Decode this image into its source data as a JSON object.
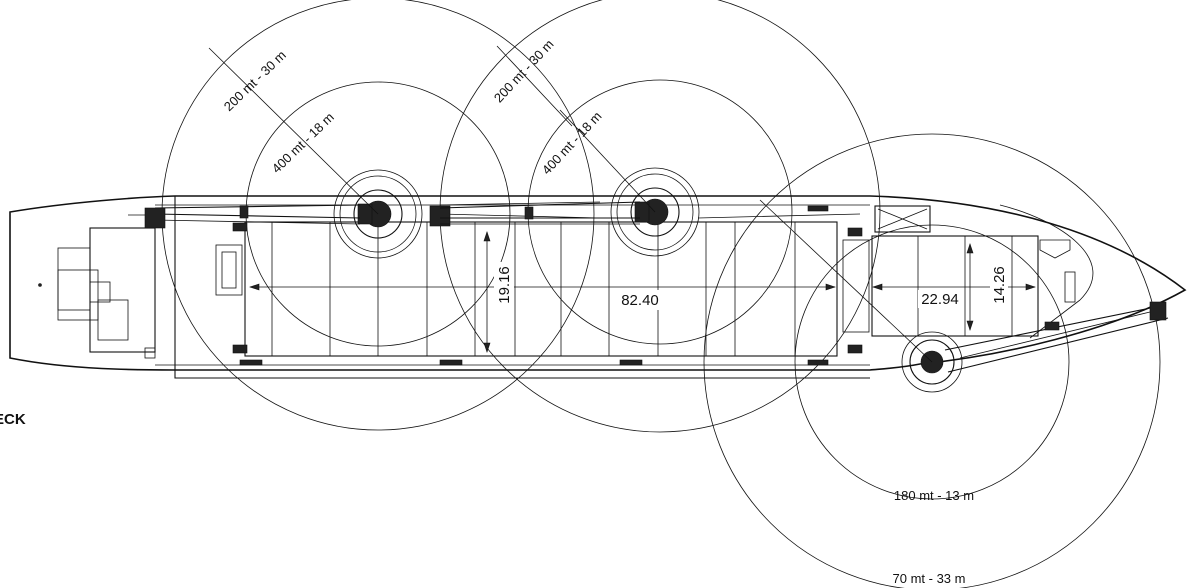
{
  "dimensions": {
    "length": "82.40",
    "breadth": "19.16",
    "aft_length": "22.94",
    "aft_breadth": "14.26"
  },
  "cranes": {
    "crane1": {
      "outer": "200 mt - 30 m",
      "inner": "400 mt - 18 m"
    },
    "crane2": {
      "outer": "200 mt - 30 m",
      "inner": "400 mt - 18 m"
    },
    "crane3": {
      "inner": "180 mt - 13 m",
      "outer": "70 mt - 33 m"
    }
  },
  "side_label": "ECK"
}
